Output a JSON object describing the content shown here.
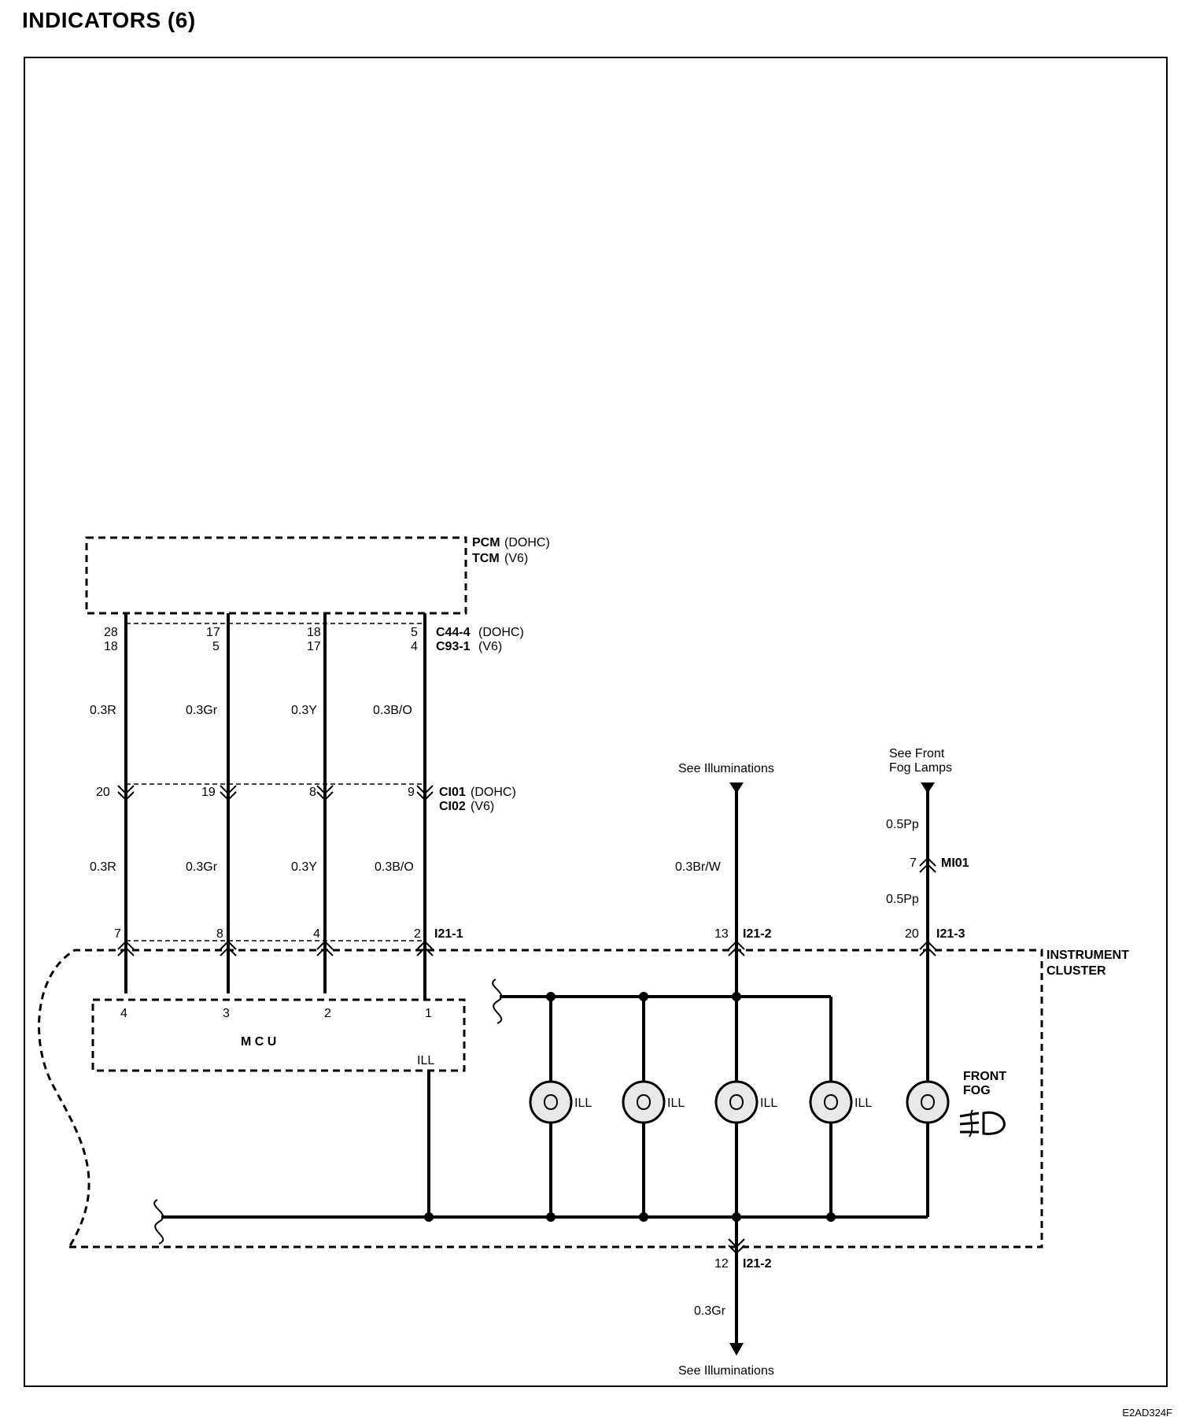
{
  "page": {
    "title": "INDICATORS (6)",
    "drawing_code": "E2AD324F"
  },
  "components": {
    "pcm_label": "PCM",
    "pcm_suffix": "(DOHC)",
    "tcm_label": "TCM",
    "tcm_suffix": "(V6)",
    "cluster_line1": "INSTRUMENT",
    "cluster_line2": "CLUSTER",
    "mcu_label": "M  C  U",
    "mcu_ill": "ILL"
  },
  "connectors": {
    "c44_label": "C44-4",
    "c44_suffix": "(DOHC)",
    "c93_label": "C93-1",
    "c93_suffix": "(V6)",
    "ci01_label": "CI01",
    "ci01_suffix": "(DOHC)",
    "ci02_label": "CI02",
    "ci02_suffix": "(V6)",
    "i21_1": "I21-1",
    "i21_2_top": "I21-2",
    "i21_3": "I21-3",
    "mi01": "MI01",
    "i21_2_bottom": "I21-2"
  },
  "circuits": [
    {
      "pcm_pin_dohc": "28",
      "pcm_pin_v6": "18",
      "wire": "0.3R",
      "ci_pin": "20",
      "wire2": "0.3R",
      "cluster_pin": "7",
      "mcu_pin": "4"
    },
    {
      "pcm_pin_dohc": "17",
      "pcm_pin_v6": "5",
      "wire": "0.3Gr",
      "ci_pin": "19",
      "wire2": "0.3Gr",
      "cluster_pin": "8",
      "mcu_pin": "3"
    },
    {
      "pcm_pin_dohc": "18",
      "pcm_pin_v6": "17",
      "wire": "0.3Y",
      "ci_pin": "8",
      "wire2": "0.3Y",
      "cluster_pin": "4",
      "mcu_pin": "2"
    },
    {
      "pcm_pin_dohc": "5",
      "pcm_pin_v6": "4",
      "wire": "0.3B/O",
      "ci_pin": "9",
      "wire2": "0.3B/O",
      "cluster_pin": "2",
      "mcu_pin": "1"
    }
  ],
  "illumination": {
    "see_top": "See Illuminations",
    "wire": "0.3Br/W",
    "pin": "13",
    "bulbs": [
      "ILL",
      "ILL",
      "ILL",
      "ILL"
    ],
    "ground_pin": "12",
    "ground_wire": "0.3Gr",
    "see_bottom": "See Illuminations"
  },
  "front_fog": {
    "see_line1": "See Front",
    "see_line2": "Fog Lamps",
    "wire_a": "0.5Pp",
    "mi01_pin": "7",
    "wire_b": "0.5Pp",
    "pin": "20",
    "label_line1": "FRONT",
    "label_line2": "FOG"
  }
}
